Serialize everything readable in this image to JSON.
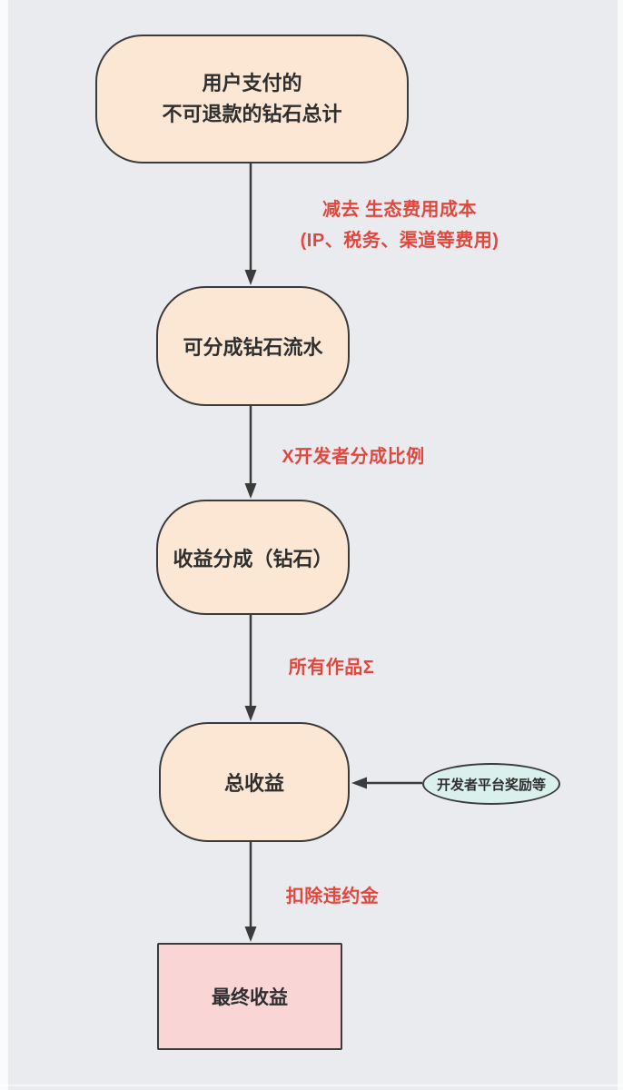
{
  "diagram": {
    "title_semantic": "developer-revenue-flowchart",
    "colors": {
      "background": "#e9ebee",
      "node_fill_peach": "#fbe7d4",
      "node_fill_pink": "#f9d5d6",
      "node_fill_cyan": "#d9f0ec",
      "border": "#3b3b3b",
      "edge_label_red": "#e2473e",
      "node_text": "#2f2f2f"
    },
    "nodes": {
      "total_paid": {
        "line1": "用户支付的",
        "line2": "不可退款的钻石总计"
      },
      "divisible_flow": {
        "label": "可分成钻石流水"
      },
      "revenue_share": {
        "label": "收益分成（钻石）"
      },
      "total_revenue": {
        "label": "总收益"
      },
      "platform_reward": {
        "label": "开发者平台奖励等"
      },
      "final_revenue": {
        "label": "最终收益"
      }
    },
    "edge_labels": {
      "minus_cost": {
        "line1": "减去 生态费用成本",
        "line2": "(IP、税务、渠道等费用)"
      },
      "multiply_ratio": {
        "label": "X开发者分成比例"
      },
      "sum_works": {
        "label": "所有作品Σ"
      },
      "deduct_penalty": {
        "label": "扣除违约金"
      }
    }
  }
}
